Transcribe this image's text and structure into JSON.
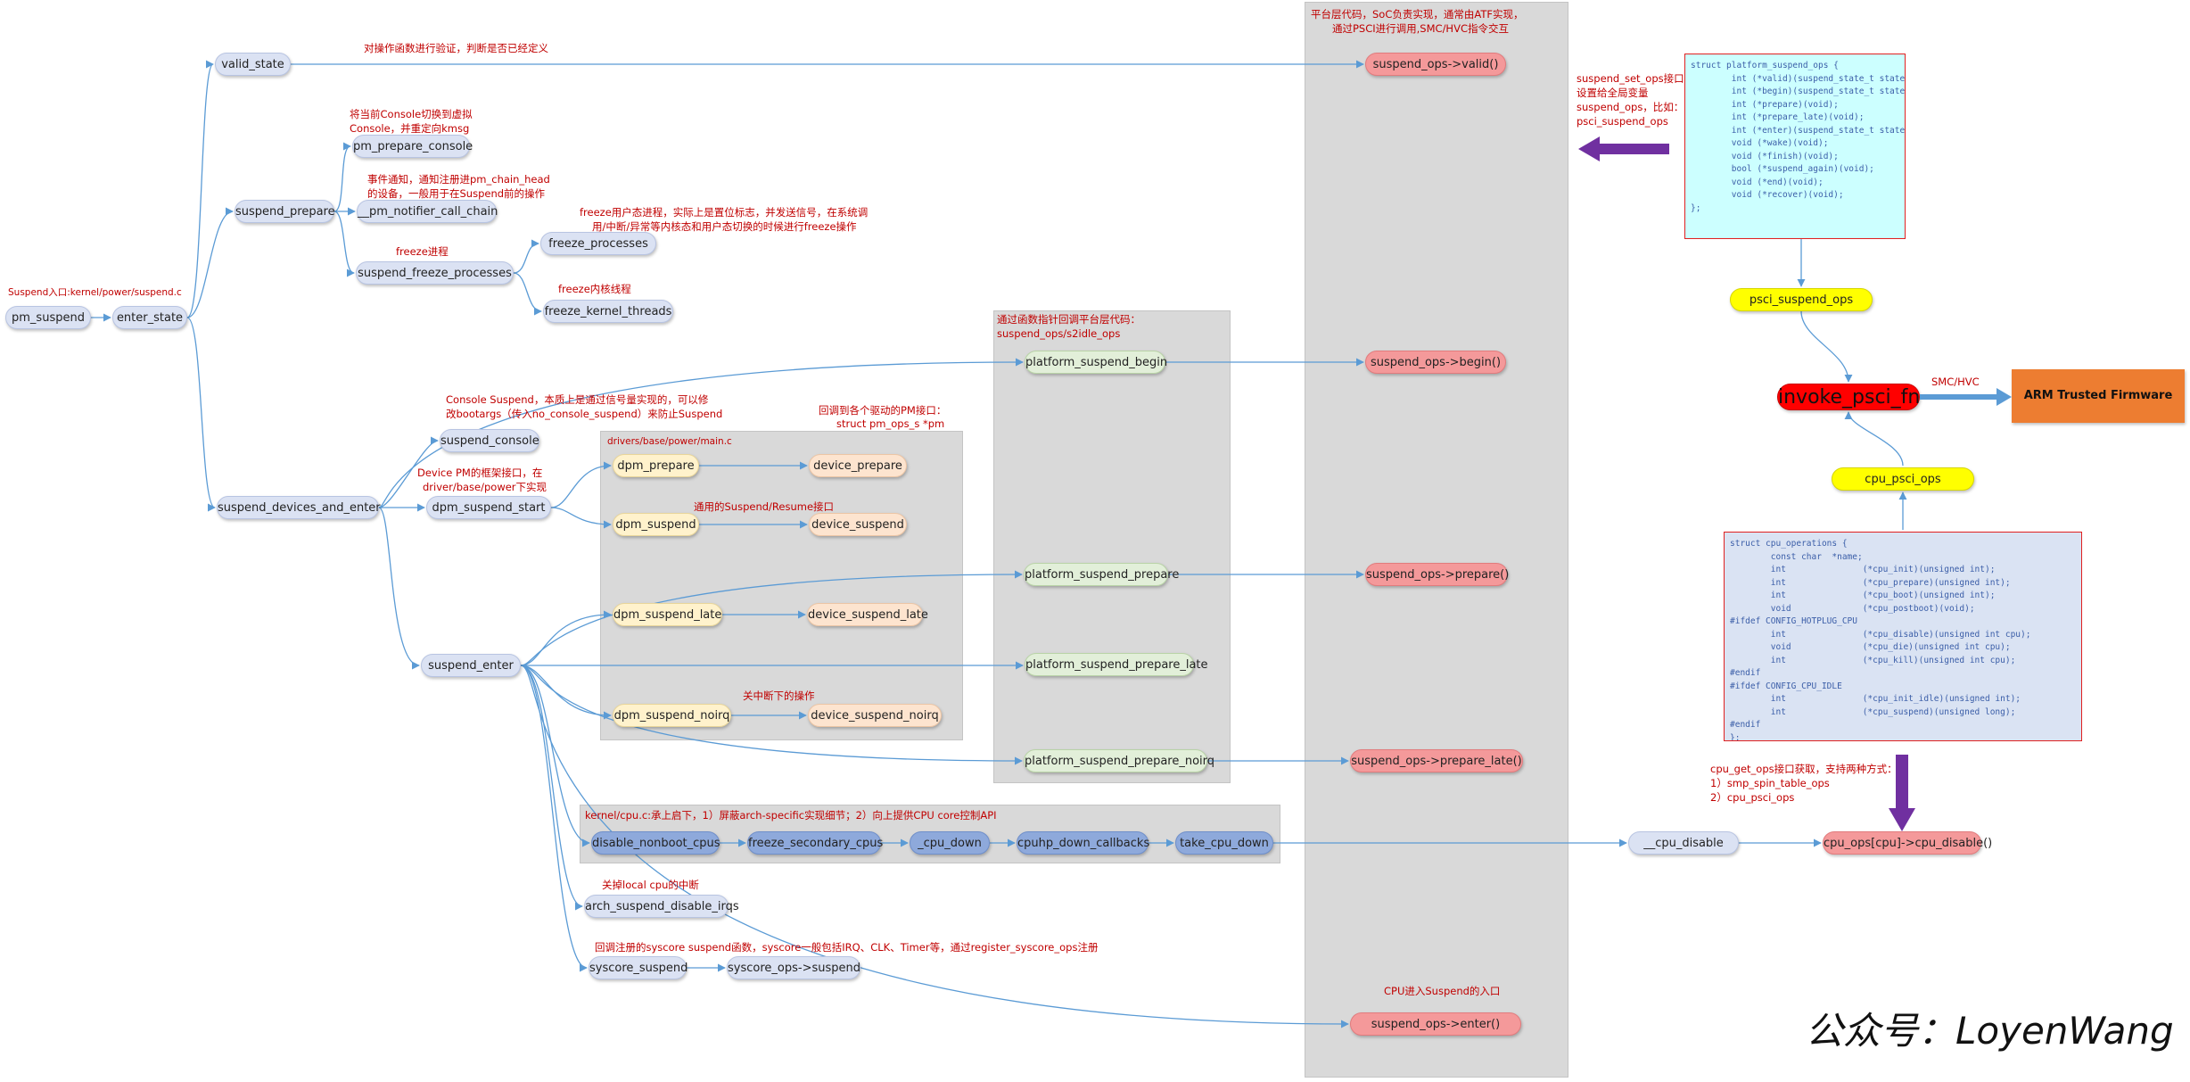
{
  "nodes": {
    "pm_suspend": "pm_suspend",
    "enter_state": "enter_state",
    "valid_state": "valid_state",
    "suspend_prepare": "suspend_prepare",
    "pm_prepare_console": "pm_prepare_console",
    "pm_notifier_call_chain": "__pm_notifier_call_chain",
    "suspend_freeze_processes": "suspend_freeze_processes",
    "freeze_processes": "freeze_processes",
    "freeze_kernel_threads": "freeze_kernel_threads",
    "suspend_devices_and_enter": "suspend_devices_and_enter",
    "suspend_console": "suspend_console",
    "dpm_suspend_start": "dpm_suspend_start",
    "dpm_prepare": "dpm_prepare",
    "device_prepare": "device_prepare",
    "dpm_suspend": "dpm_suspend",
    "device_suspend": "device_suspend",
    "dpm_suspend_late": "dpm_suspend_late",
    "device_suspend_late": "device_suspend_late",
    "dpm_suspend_noirq": "dpm_suspend_noirq",
    "device_suspend_noirq": "device_suspend_noirq",
    "suspend_enter": "suspend_enter",
    "platform_suspend_begin": "platform_suspend_begin",
    "platform_suspend_prepare": "platform_suspend_prepare",
    "platform_suspend_prepare_late": "platform_suspend_prepare_late",
    "platform_suspend_prepare_noirq": "platform_suspend_prepare_noirq",
    "disable_nonboot_cpus": "disable_nonboot_cpus",
    "freeze_secondary_cpus": "freeze_secondary_cpus",
    "cpu_down_inner": "_cpu_down",
    "cpuhp_down_callbacks": "cpuhp_down_callbacks",
    "take_cpu_down": "take_cpu_down",
    "arch_suspend_disable_irqs": "arch_suspend_disable_irqs",
    "syscore_suspend": "syscore_suspend",
    "syscore_ops_suspend": "syscore_ops->suspend",
    "ops_valid": "suspend_ops->valid()",
    "ops_begin": "suspend_ops->begin()",
    "ops_prepare": "suspend_ops->prepare()",
    "ops_prepare_late": "suspend_ops->prepare_late()",
    "ops_enter": "suspend_ops->enter()",
    "cpu_disable_inner": "__cpu_disable",
    "cpu_ops_disable": "cpu_ops[cpu]->cpu_disable()",
    "psci_suspend_ops": "psci_suspend_ops",
    "invoke_psci_fn": "invoke_psci_fn",
    "cpu_psci_ops": "cpu_psci_ops",
    "atf": "ARM Trusted Firmware"
  },
  "notes": {
    "entry": "Suspend入口:kernel/power/suspend.c",
    "valid": "对操作函数进行验证，判断是否已经定义",
    "console_l1": "将当前Console切换到虚拟",
    "console_l2": "Console，并重定向kmsg",
    "notifier_l1": "事件通知，通知注册进pm_chain_head",
    "notifier_l2": "的设备，一般用于在Suspend前的操作",
    "freeze_proc_title": "freeze进程",
    "freeze_user_l1": "freeze用户态进程，实际上是置位标志，并发送信号，在系统调",
    "freeze_user_l2": "用/中断/异常等内核态和用户态切换的时候进行freeze操作",
    "freeze_kernel": "freeze内核线程",
    "susp_console_l1": "Console Suspend，本质上是通过信号量实现的，可以修",
    "susp_console_l2": "改bootargs（传入no_console_suspend）来防止Suspend",
    "devpm_l1": "Device PM的框架接口，在",
    "devpm_l2": "driver/base/power下实现",
    "callback_l1": "回调到各个驱动的PM接口：",
    "callback_l2": "struct pm_ops_s *pm",
    "drivers_panel": "drivers/base/power/main.c",
    "generic_iface": "通用的Suspend/Resume接口",
    "irq_off": "关中断下的操作",
    "platform_l1": "通过函数指针回调平台层代码：",
    "platform_l2": "suspend_ops/s2idle_ops",
    "soc_l1": "平台层代码，SoC负责实现，通常由ATF实现，",
    "soc_l2": "通过PSCI进行调用,SMC/HVC指令交互",
    "setops_l1": "suspend_set_ops接口，",
    "setops_l2": "设置给全局变量",
    "setops_l3": "suspend_ops，比如：",
    "setops_l4": "psci_suspend_ops",
    "cpu_panel": "kernel/cpu.c:承上启下，1）屏蔽arch-specific实现细节；2）向上提供CPU core控制API",
    "local_irq": "关掉local cpu的中断",
    "syscore": "回调注册的syscore suspend函数，syscore一般包括IRQ、CLK、Timer等，通过register_syscore_ops注册",
    "cpu_enter": "CPU进入Suspend的入口",
    "smc": "SMC/HVC",
    "getops_l1": "cpu_get_ops接口获取，支持两种方式：",
    "getops_l2": "1）smp_spin_table_ops",
    "getops_l3": "2）cpu_psci_ops"
  },
  "code": {
    "platform_suspend_ops": [
      "struct platform_suspend_ops {",
      "        int (*valid)(suspend_state_t state);",
      "        int (*begin)(suspend_state_t state);",
      "        int (*prepare)(void);",
      "        int (*prepare_late)(void);",
      "        int (*enter)(suspend_state_t state);",
      "        void (*wake)(void);",
      "        void (*finish)(void);",
      "        bool (*suspend_again)(void);",
      "        void (*end)(void);",
      "        void (*recover)(void);",
      "};"
    ],
    "cpu_operations": [
      "struct cpu_operations {",
      "        const char  *name;",
      "        int               (*cpu_init)(unsigned int);",
      "        int               (*cpu_prepare)(unsigned int);",
      "        int               (*cpu_boot)(unsigned int);",
      "        void              (*cpu_postboot)(void);",
      "#ifdef CONFIG_HOTPLUG_CPU",
      "        int               (*cpu_disable)(unsigned int cpu);",
      "        void              (*cpu_die)(unsigned int cpu);",
      "        int               (*cpu_kill)(unsigned int cpu);",
      "#endif",
      "#ifdef CONFIG_CPU_IDLE",
      "        int               (*cpu_init_idle)(unsigned int);",
      "        int               (*cpu_suspend)(unsigned long);",
      "#endif",
      "};"
    ]
  },
  "watermark": "公众号：LoyenWang",
  "colors": {
    "edge": "#5b9bd5",
    "note": "#c00000",
    "panel": "#d9d9d9",
    "big_arrow": "#7030a0",
    "atf": "#ed7d31",
    "psci_arrow": "#5b9bd5"
  }
}
